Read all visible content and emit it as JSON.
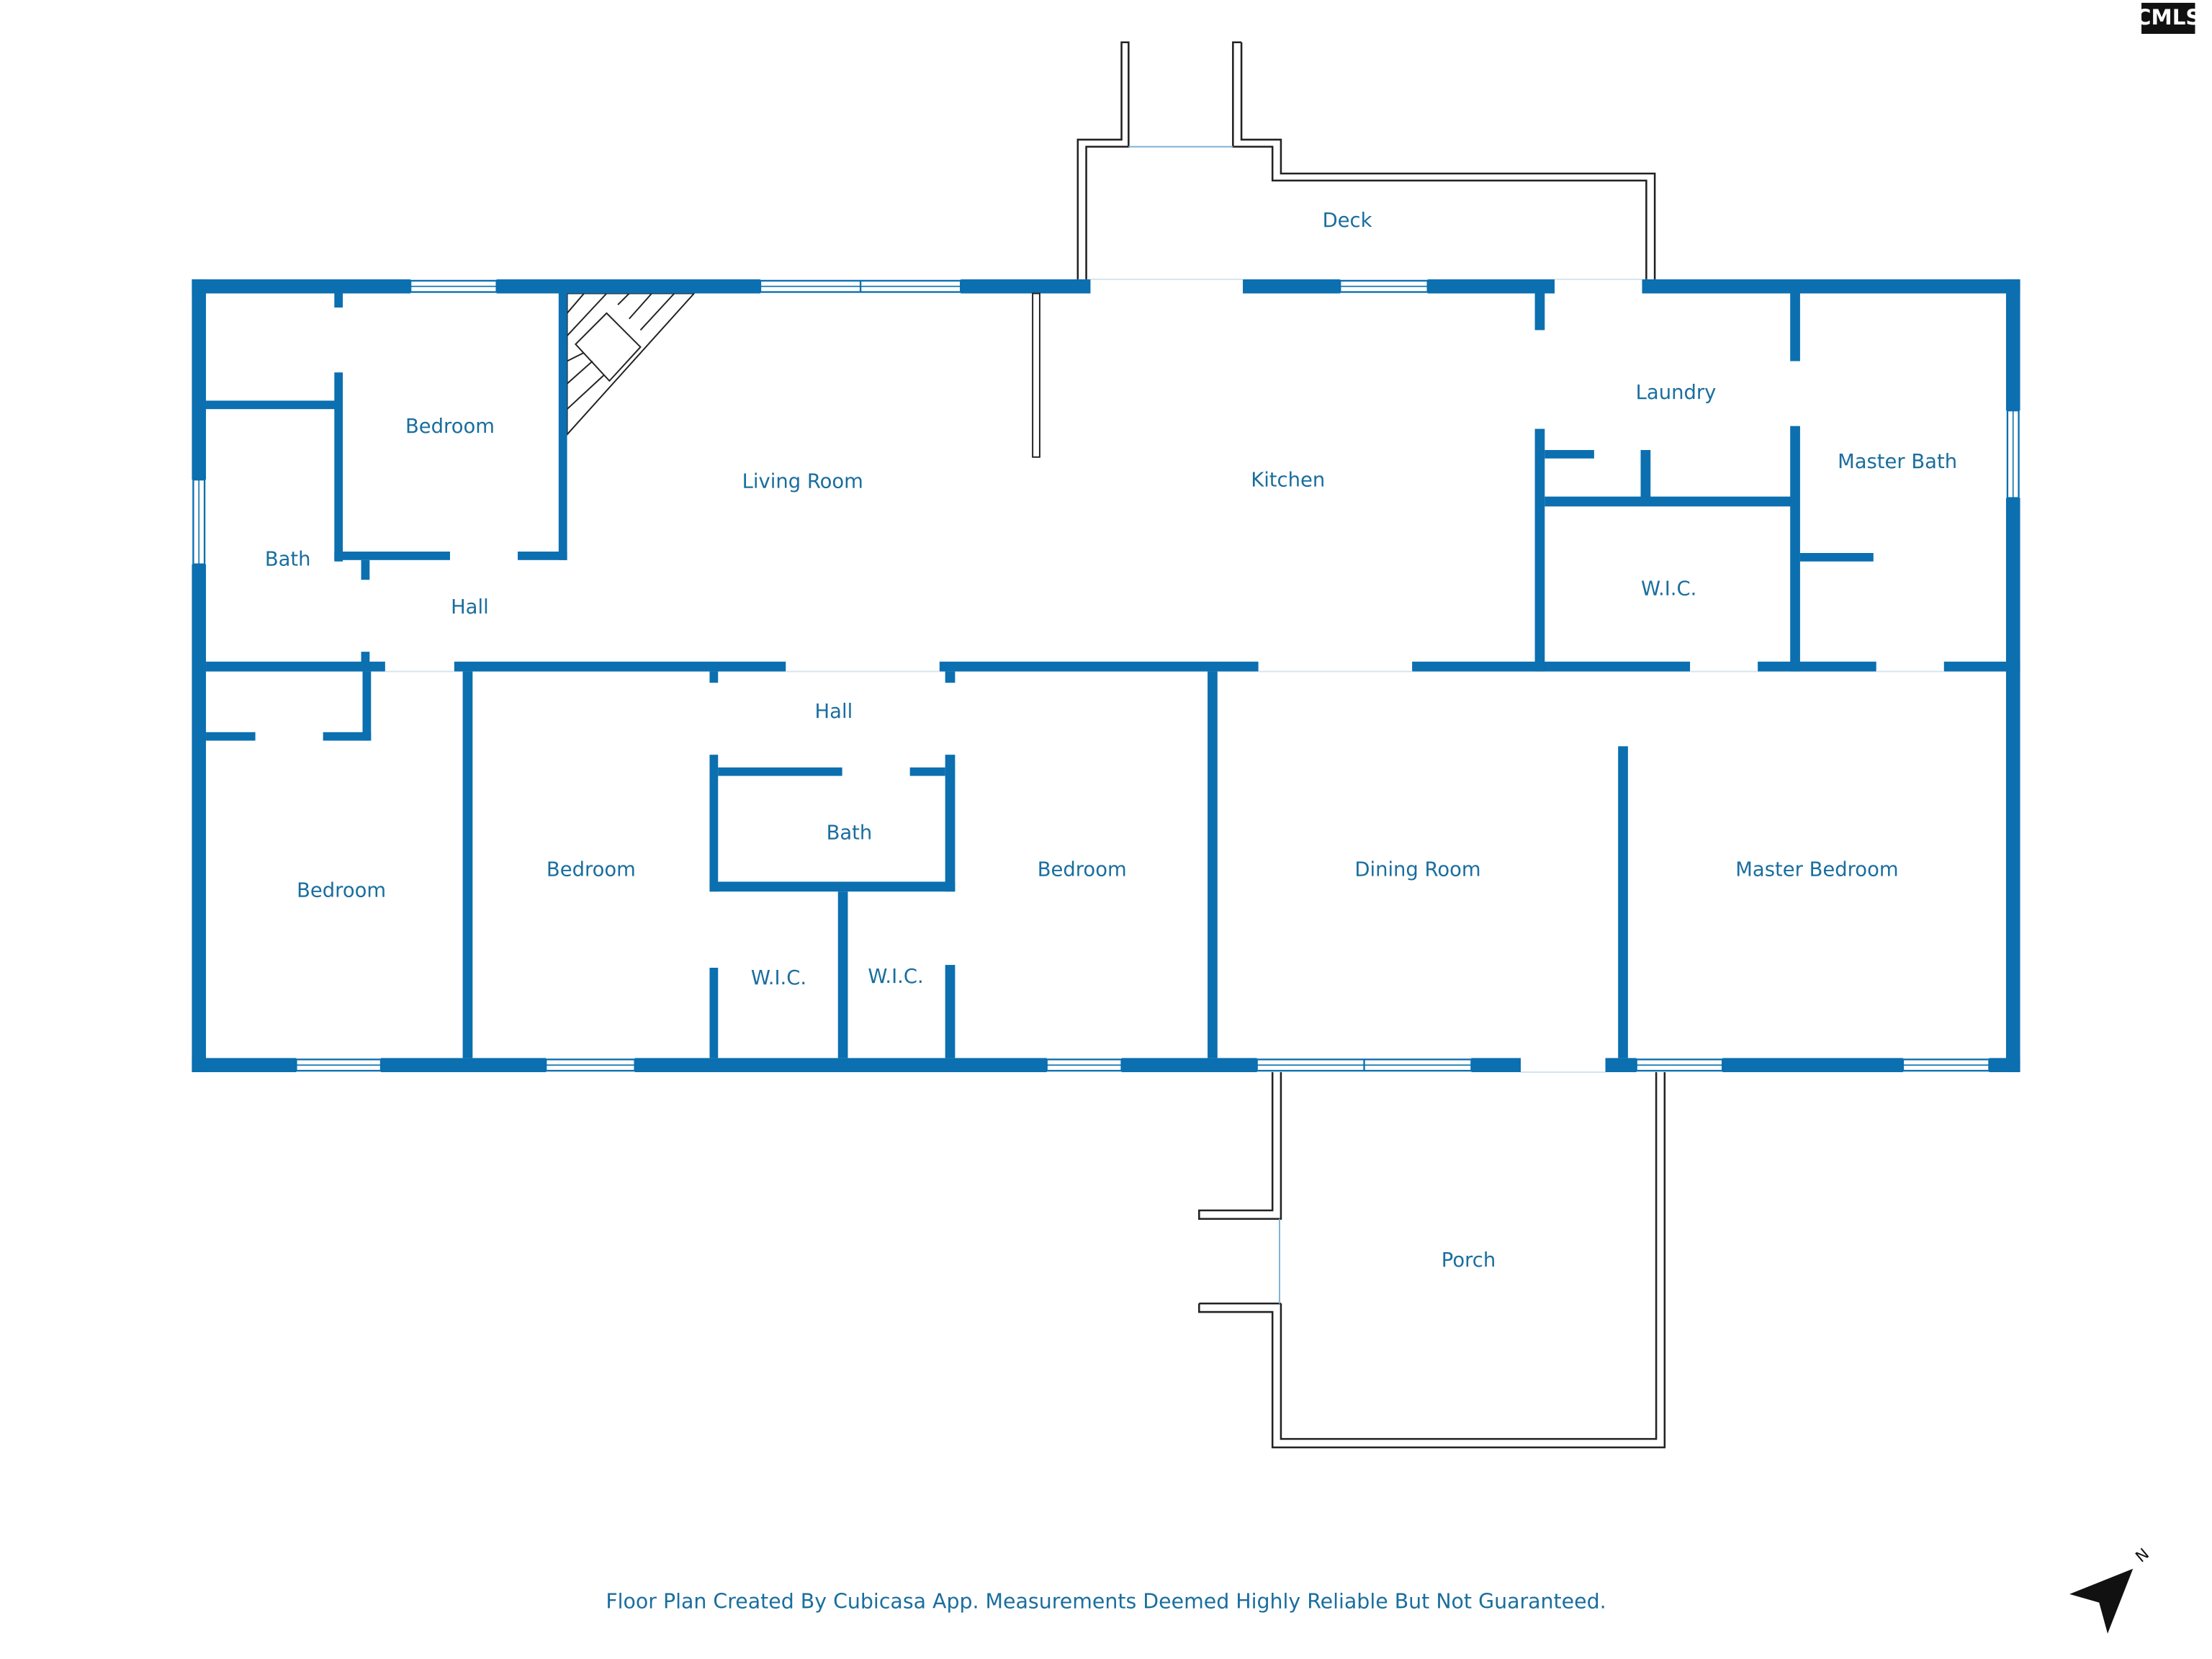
{
  "colors": {
    "wall": "#0b6fb0",
    "label": "#1a6e9e",
    "outline": "#222222",
    "window": "#cfe3ef"
  },
  "logo": {
    "text": "CMLS"
  },
  "rooms": {
    "deck": "Deck",
    "bedroom_nw": "Bedroom",
    "living_room": "Living Room",
    "kitchen": "Kitchen",
    "laundry": "Laundry",
    "master_bath": "Master Bath",
    "bath_west": "Bath",
    "hall_west": "Hall",
    "wic_north": "W.I.C.",
    "hall_center": "Hall",
    "bath_center": "Bath",
    "bedroom_sw": "Bedroom",
    "bedroom_s2": "Bedroom",
    "wic_south_1": "W.I.C.",
    "wic_south_2": "W.I.C.",
    "bedroom_s3": "Bedroom",
    "dining_room": "Dining Room",
    "master_bedroom": "Master Bedroom",
    "porch": "Porch"
  },
  "footer": {
    "note": "Floor Plan Created By Cubicasa App. Measurements Deemed Highly Reliable But Not Guaranteed."
  },
  "compass": {
    "label": "N",
    "icon": "north-arrow-icon"
  }
}
